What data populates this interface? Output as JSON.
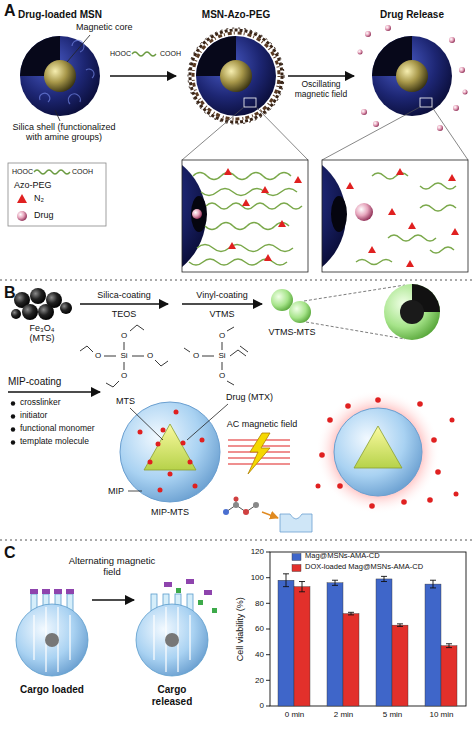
{
  "diagram": {
    "labels": [
      "A",
      "Drug-loaded MSN",
      "Magnetic core",
      "MSN-Azo-PEG",
      "Drug Release",
      "HOOC",
      "COOH",
      "Silica shell (functionalized with amine groups)",
      "Oscillating magnetic field",
      "HOOC",
      "COOH",
      "B",
      "Fe₃O₄ (MTS)",
      "Silica-coating",
      "TEOS",
      "Vinyl-coating",
      "VTMS",
      "O",
      "O",
      "O",
      "O",
      "Si",
      "O",
      "O",
      "O",
      "Si",
      "VTMS-MTS",
      "MIP-coating",
      "crosslinker",
      "initiator",
      "functional monomer",
      "template molecule",
      "MTS",
      "Drug (MTX)",
      "AC magnetic field",
      "MIP",
      "MIP-MTS",
      "C",
      "Alternating magnetic field",
      "Cargo loaded",
      "Cargo released",
      "Cell viability (%)",
      "120",
      "100",
      "80",
      "60",
      "40",
      "20",
      "0",
      "0 min",
      "2 min",
      "5 min",
      "10 min"
    ],
    "legend": [
      {
        "text": "Azo-PEG"
      },
      {
        "text": "N₂"
      },
      {
        "text": "Drug"
      },
      {
        "text": "Mag@MSNs-AMA-CD",
        "color": "#3f66c9"
      },
      {
        "text": "DOX-loaded Mag@MSNs-AMA-CD",
        "color": "#e2302b"
      }
    ]
  }
}
